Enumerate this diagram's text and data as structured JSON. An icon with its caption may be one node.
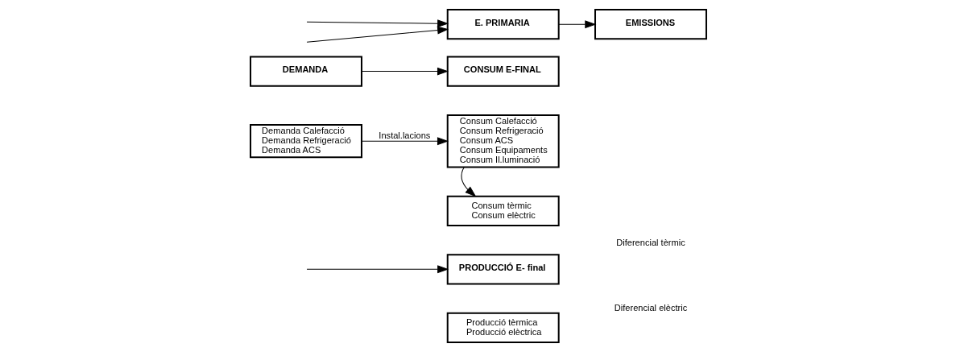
{
  "diagram": {
    "nodes": [
      {
        "text": [
          "DEMANDA"
        ]
      },
      {
        "text": [
          "CONSUM E-FINAL"
        ]
      },
      {
        "text": [
          "Demanda Calefacció",
          "Demanda Refrigeració",
          "Demanda ACS"
        ]
      },
      {
        "text": [
          "Consum Calefacció",
          "Consum Refrigeració",
          "Consum ACS",
          "Consum Equipaments",
          "Consum Il.luminació"
        ]
      },
      {
        "text": [
          "Consum tèrmic",
          "Consum elèctric"
        ]
      },
      {
        "text": [
          "PRODUCCIÓ E- final"
        ]
      },
      {
        "text": [
          "Producció tèrmica",
          "Producció elèctrica"
        ]
      },
      {
        "text": [
          "E. PRIMARIA"
        ]
      },
      {
        "text": [
          "EMISSIONS"
        ]
      }
    ],
    "edges": [
      {
        "from": 0,
        "to": 1,
        "arrow": "to"
      },
      {
        "from": 2,
        "to": 3,
        "arrow": "to",
        "label": "Instal.lacions"
      },
      {
        "from": 3,
        "to": 4,
        "arrow": "to"
      },
      {
        "from": null,
        "to": 5,
        "arrow": "to"
      },
      {
        "from": null,
        "to": 7,
        "arrow": "to"
      },
      {
        "from": null,
        "to": 7,
        "arrow": "to"
      },
      {
        "from": 7,
        "to": 8,
        "arrow": "to"
      }
    ],
    "labels": [
      "Diferencial tèrmic",
      "Diferencial elèctric"
    ]
  }
}
